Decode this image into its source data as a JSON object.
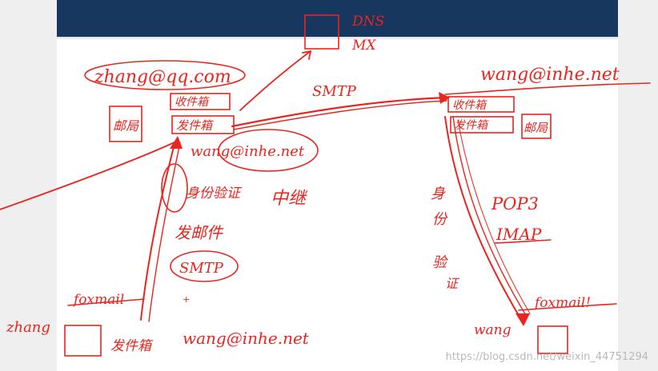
{
  "annotations": {
    "dns_line1": "DNS",
    "dns_line2": "MX",
    "sender_address": "zhang@qq.com",
    "sender_outbox": "收件箱",
    "sender_sendbox": "发件箱",
    "sender_server": "邮局",
    "protocol_top": "SMTP",
    "receiver_address": "wang@inhe.net",
    "receiver_inbox": "收件箱",
    "receiver_sendbox": "发件箱",
    "receiver_server": "邮局",
    "relay_target": "wang@inhe.net",
    "auth_left": "身份验证",
    "relay": "中继",
    "send_mail": "发邮件",
    "protocol_left": "SMTP",
    "auth_right_1": "身",
    "auth_right_2": "份",
    "auth_right_3": "验",
    "auth_right_4": "证",
    "pop3": "POP3",
    "imap": "IMAP",
    "client_left_name": "zhang",
    "client_left_app": "foxmail",
    "compose_label": "发件箱",
    "compose_to": "wang@inhe.net",
    "client_right_name": "wang",
    "client_right_app": "foxmail!"
  },
  "watermark": "https://blog.csdn.net/weixin_44751294",
  "colors": {
    "ink": "#e8251f",
    "header": "#17375e",
    "slide": "#ffffff"
  }
}
